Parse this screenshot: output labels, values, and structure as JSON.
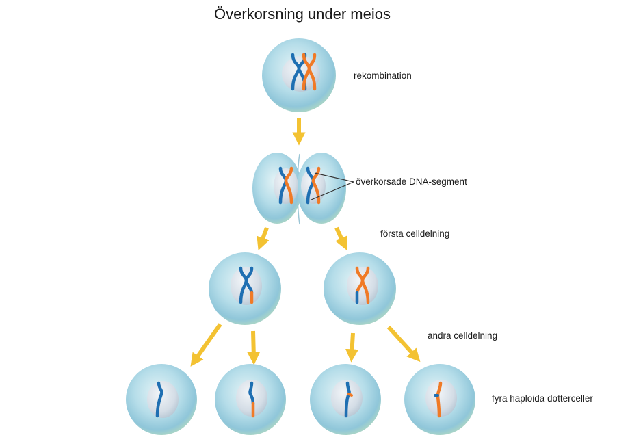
{
  "title": "Överkorsning under meios",
  "labels": {
    "recombination": "rekombination",
    "crossed_segments": "överkorsade DNA-segment",
    "first_division": "första celldelning",
    "second_division": "andra celldelning",
    "daughter_cells": "fyra haploida dotterceller"
  },
  "colors": {
    "chromosome_a": "#1f6fb2",
    "chromosome_b": "#f07a26",
    "arrow": "#f3c232",
    "cell_outer": "#a8d8e8",
    "cell_nucleus": "#d9e2ea"
  }
}
